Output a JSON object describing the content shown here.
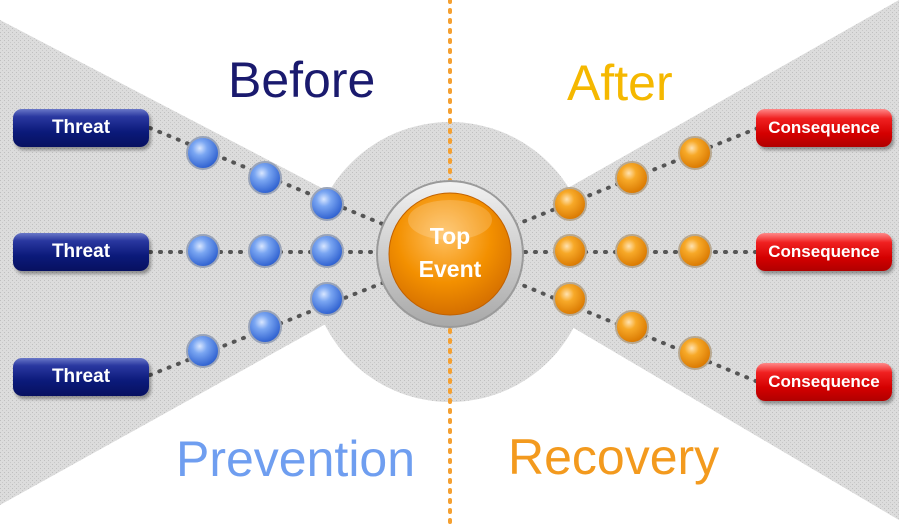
{
  "headings": {
    "before": "Before",
    "after": "After",
    "prevention": "Prevention",
    "recovery": "Recovery"
  },
  "threats": [
    "Threat",
    "Threat",
    "Threat"
  ],
  "consequences": [
    "Consequence",
    "Consequence",
    "Consequence"
  ],
  "top_event": {
    "line1": "Top",
    "line2": "Event"
  },
  "colors": {
    "before_text": "#1a1a6e",
    "after_text": "#f5b800",
    "prevention_text": "#6f9ef0",
    "recovery_text": "#f39a1e",
    "threat_fill": "#0b1a7a",
    "consequence_fill": "#d40000",
    "barrier_blue": "#5f8fe8",
    "barrier_orange": "#f39a1e",
    "divider": "#f5a030",
    "background_shape": "#d7d7d7"
  }
}
